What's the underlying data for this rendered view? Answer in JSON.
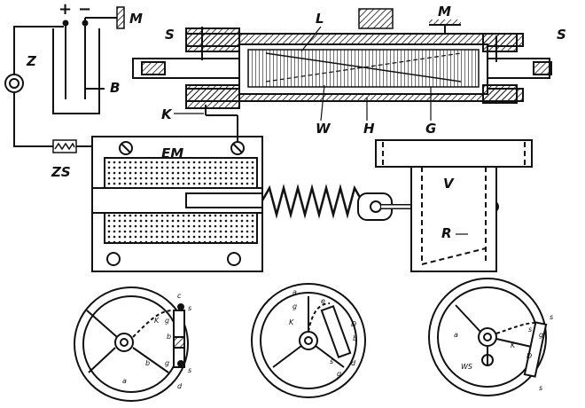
{
  "top": {
    "plus": "+",
    "minus": "−",
    "M_left": "M",
    "M_top": "M",
    "S_left": "S",
    "S_right": "S",
    "L": "L",
    "Z": "Z",
    "B": "B",
    "K": "K",
    "W": "W",
    "H": "H",
    "G": "G",
    "ZS": "ZS",
    "EM": "EM",
    "V": "V",
    "R": "R"
  },
  "wheels": {
    "left": {
      "c": "c",
      "s_top": "s",
      "K": "K",
      "g_top": "g",
      "b_mid": "b",
      "b_low": "b",
      "g_low": "g",
      "s_low": "s",
      "a": "a",
      "d": "d"
    },
    "middle": {
      "a": "a",
      "g_top": "g",
      "e": "e",
      "K": "K",
      "D": "D",
      "b": "b",
      "s": "s",
      "g_low": "g",
      "d": "d"
    },
    "right": {
      "s_top": "s",
      "s2": "s",
      "g": "g",
      "K": "K",
      "a": "a",
      "D": "D",
      "s_bot": "s",
      "WS": "WS"
    }
  },
  "colors": {
    "ink": "#111111",
    "paper": "#ffffff"
  }
}
